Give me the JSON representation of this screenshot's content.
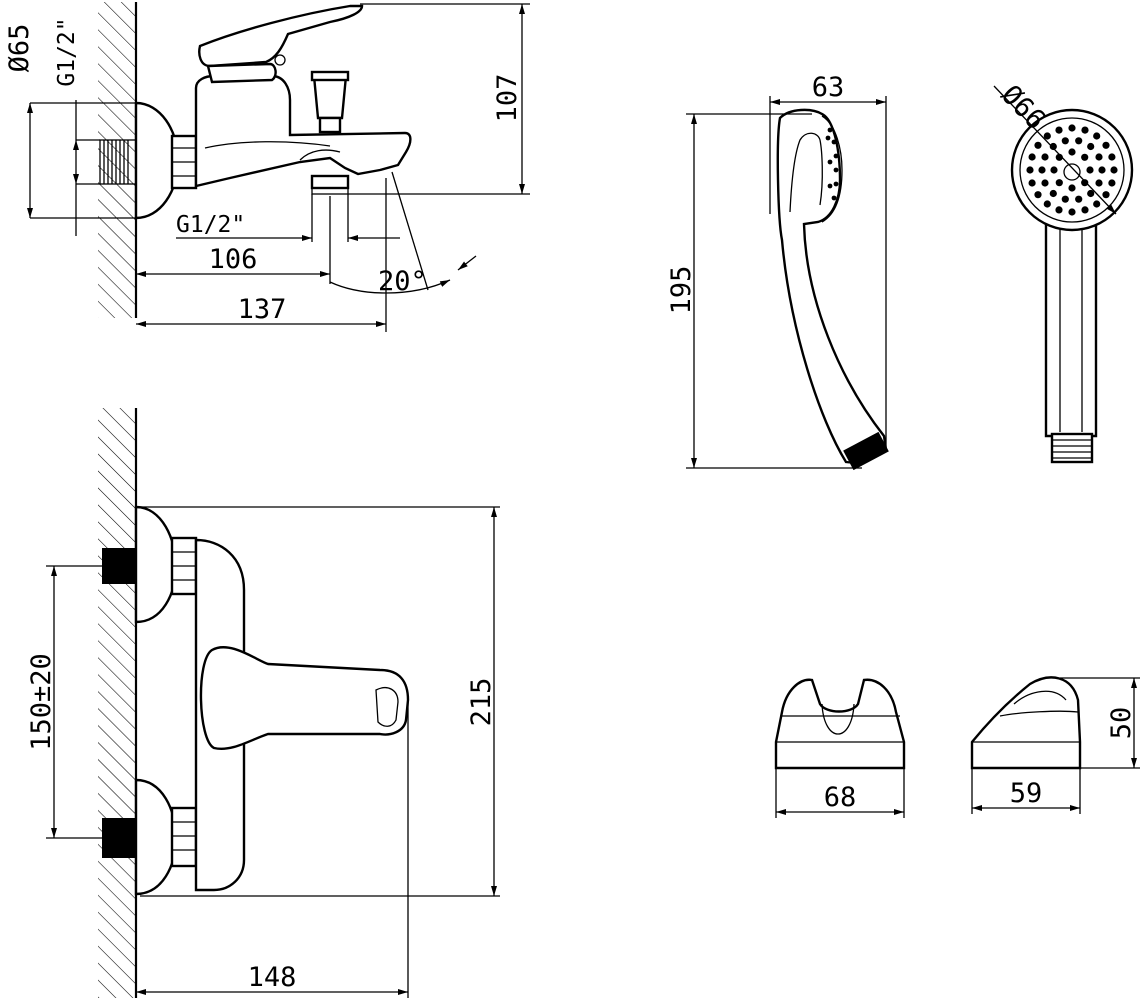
{
  "side_view": {
    "dia_rosette": "Ø65",
    "thread_wall": "G1/2\"",
    "thread_outlet": "G1/2\"",
    "dim_106": "106",
    "dim_137": "137",
    "dim_107": "107",
    "angle": "20°"
  },
  "front_view": {
    "dim_spacing": "150±20",
    "dim_height": "215",
    "dim_width": "148"
  },
  "shower_head": {
    "dim_head_width": "63",
    "dim_length": "195",
    "dim_head_dia": "Ø66"
  },
  "holder": {
    "dim_width": "68",
    "dim_depth": "59",
    "dim_height": "50"
  }
}
